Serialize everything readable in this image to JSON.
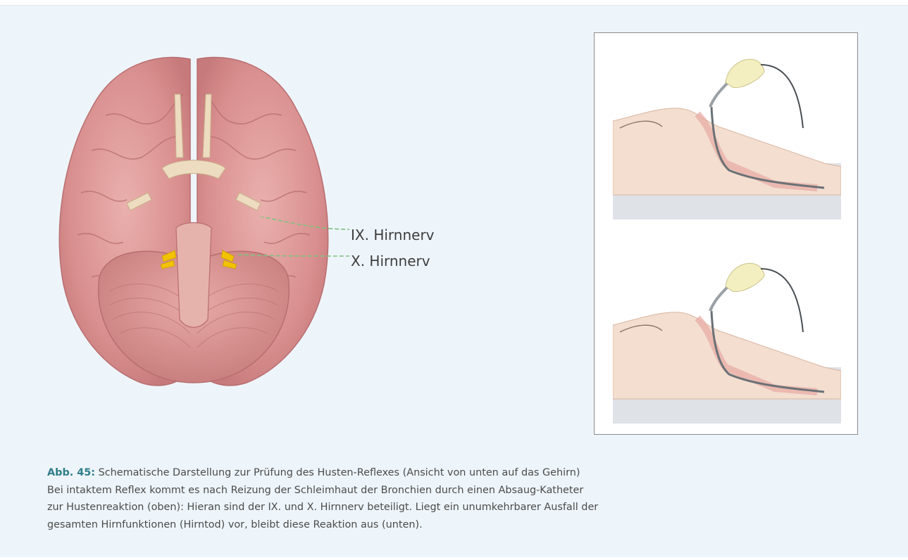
{
  "labels": {
    "nerve_ix": "IX. Hirnnerv",
    "nerve_x": "X. Hirnnerv"
  },
  "caption": {
    "label": "Abb. 45:",
    "title": " Schematische Darstellung zur Prüfung des Husten-Reflexes (Ansicht von unten auf das Gehirn)",
    "lines": [
      "Bei intaktem Reflex kommt es nach Reizung der Schleimhaut der Bronchien durch einen Absaug-Katheter",
      "zur Hustenreaktion (oben): Hieran sind der IX. und X. Hirnnerv beteiligt. Liegt ein unumkehrbarer Ausfall der",
      "gesamten Hirnfunktionen (Hirntod) vor, bleibt diese Reaktion aus (unten)."
    ]
  },
  "colors": {
    "panel_background": "#eef5fa",
    "caption_label": "#2f7d8a",
    "nerve_leader": "#7fc27f",
    "nerve_highlight": "#f2c200",
    "brain_tissue": "#d98f8f"
  },
  "icons": {
    "brain_illustration": "brain-base-view",
    "patient_illustration": "suction-catheter-patient"
  }
}
